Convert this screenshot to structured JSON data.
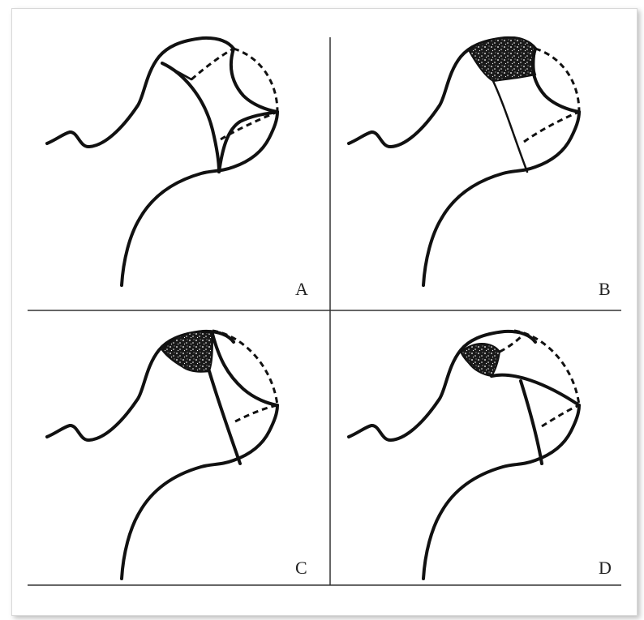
{
  "panels": [
    {
      "id": "A",
      "label": "A",
      "stippled_area": "none"
    },
    {
      "id": "B",
      "label": "B",
      "stippled_area": "large"
    },
    {
      "id": "C",
      "label": "C",
      "stippled_area": "medium"
    },
    {
      "id": "D",
      "label": "D",
      "stippled_area": "small"
    }
  ],
  "colors": {
    "ink": "#111111",
    "background": "#ffffff",
    "frame_border": "#d8d8d8"
  }
}
